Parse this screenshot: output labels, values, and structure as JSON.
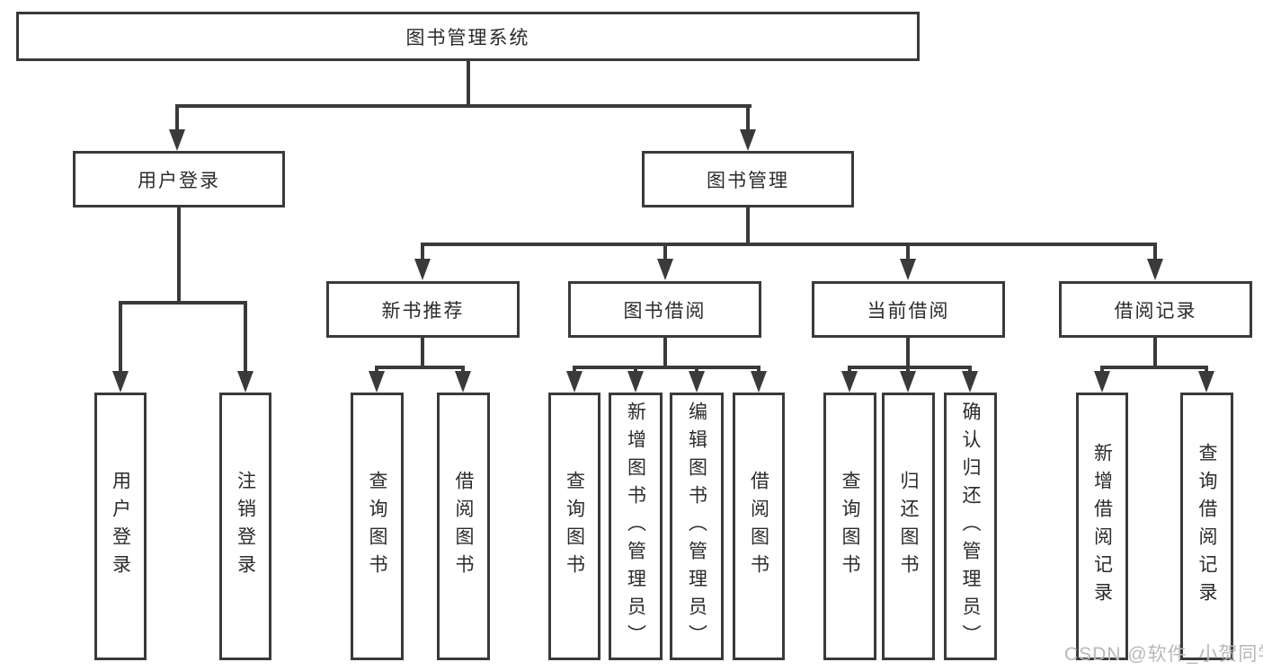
{
  "diagram": {
    "root": {
      "label": "图书管理系统"
    },
    "branches": [
      {
        "label": "用户登录",
        "children": [
          "用户登录",
          "注销登录"
        ]
      },
      {
        "label": "图书管理",
        "sections": [
          {
            "label": "新书推荐",
            "children": [
              "查询图书",
              "借阅图书"
            ]
          },
          {
            "label": "图书借阅",
            "children": [
              "查询图书",
              "新增图书（管理员）",
              "编辑图书（管理员）",
              "借阅图书"
            ]
          },
          {
            "label": "当前借阅",
            "children": [
              "查询图书",
              "归还图书",
              "确认归还（管理员）"
            ]
          },
          {
            "label": "借阅记录",
            "children": [
              "新增借阅记录",
              "查询借阅记录"
            ]
          }
        ]
      }
    ]
  },
  "watermark": "CSDN @软件_小贺同学",
  "colors": {
    "line": "#3a3a3a",
    "box_border": "#3a3a3a",
    "text": "#2b2b2b",
    "watermark_text": "#b8b8b8",
    "background": "#ffffff"
  }
}
